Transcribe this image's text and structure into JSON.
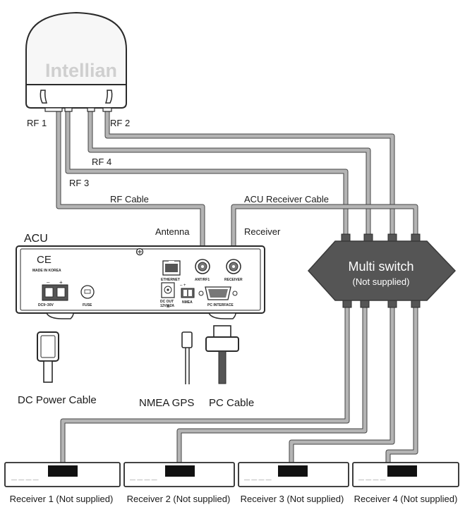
{
  "antenna": {
    "brand": "Intellian"
  },
  "rf_ports": {
    "rf1": "RF 1",
    "rf2": "RF 2",
    "rf3": "RF 3",
    "rf4": "RF 4"
  },
  "cables": {
    "rf_cable": "RF Cable",
    "acu_receiver_cable": "ACU Receiver Cable"
  },
  "acu": {
    "title": "ACU",
    "antenna_label": "Antenna",
    "receiver_label": "Receiver",
    "made_in": "MADE IN KOREA",
    "ce_mark": "CE",
    "dc_in": "DC9~30V",
    "fuse": "FUSE",
    "ethernet": "ETHERNET",
    "ant_rf1": "ANT/RF1",
    "receiver_port": "RECEIVER",
    "dc_out": "DC OUT",
    "dc_out_rating": "12V▨2A",
    "nmea": "NMEA",
    "pc_interface": "PC INTERFACE"
  },
  "bottom_cables": {
    "dc_power": "DC Power Cable",
    "nmea_gps": "NMEA GPS",
    "pc_cable": "PC Cable"
  },
  "multiswitch": {
    "name": "Multi switch",
    "note": "(Not supplied)"
  },
  "receivers": [
    "Receiver 1 (Not supplied)",
    "Receiver 2 (Not supplied)",
    "Receiver 3 (Not supplied)",
    "Receiver 4 (Not supplied)"
  ],
  "colors": {
    "cable": "#b4b4b4",
    "multiswitch": "#555555",
    "dome": "#f7f7f7",
    "brand_text": "#cfcfcf"
  }
}
